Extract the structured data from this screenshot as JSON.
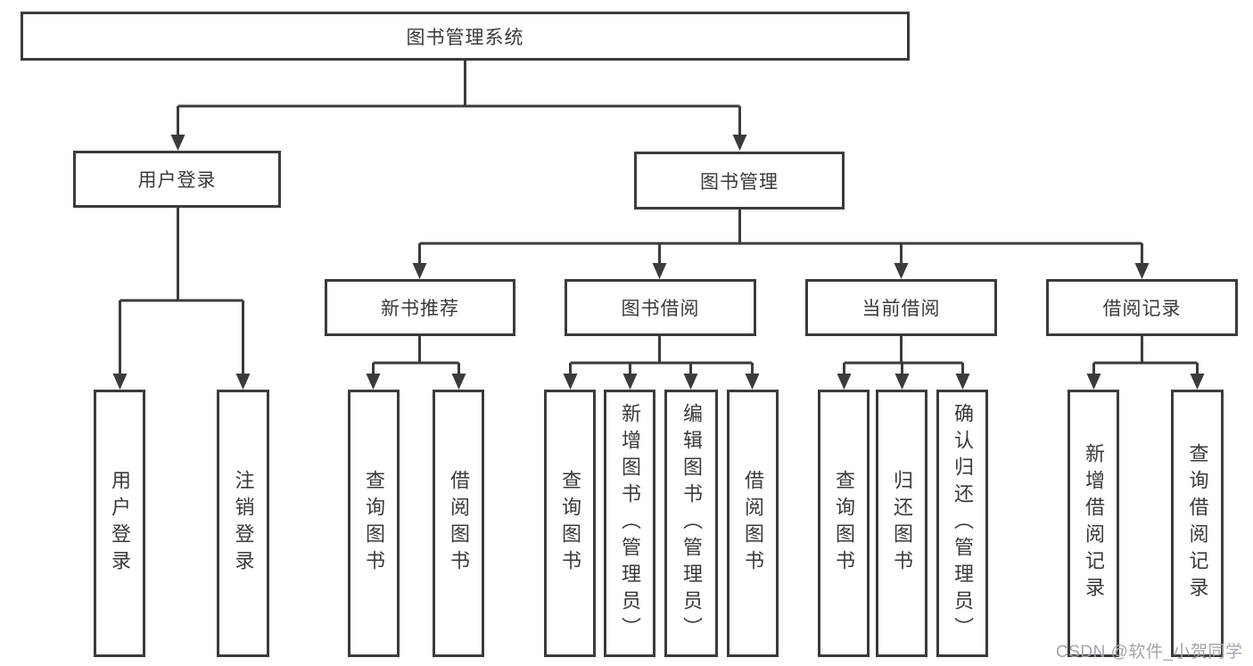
{
  "diagram_title": "图书管理系统",
  "tree": {
    "root": {
      "label": "图书管理系统"
    },
    "branches": [
      {
        "label": "用户登录",
        "children": [
          "用户登录",
          "注销登录"
        ]
      },
      {
        "label": "图书管理",
        "sections": [
          {
            "label": "新书推荐",
            "children": [
              "查询图书",
              "借阅图书"
            ]
          },
          {
            "label": "图书借阅",
            "children": [
              "查询图书",
              "新增图书（管理员）",
              "编辑图书（管理员）",
              "借阅图书"
            ]
          },
          {
            "label": "当前借阅",
            "children": [
              "查询图书",
              "归还图书",
              "确认归还（管理员）"
            ]
          },
          {
            "label": "借阅记录",
            "children": [
              "新增借阅记录",
              "查询借阅记录"
            ]
          }
        ]
      }
    ]
  },
  "watermark": "CSDN @软件_小贺同学",
  "colors": {
    "line": "#3b3b3b",
    "box_border": "#3b3b3b",
    "text": "#3a3a3a",
    "watermark": "#a2a6ae",
    "background": "#ffffff"
  }
}
